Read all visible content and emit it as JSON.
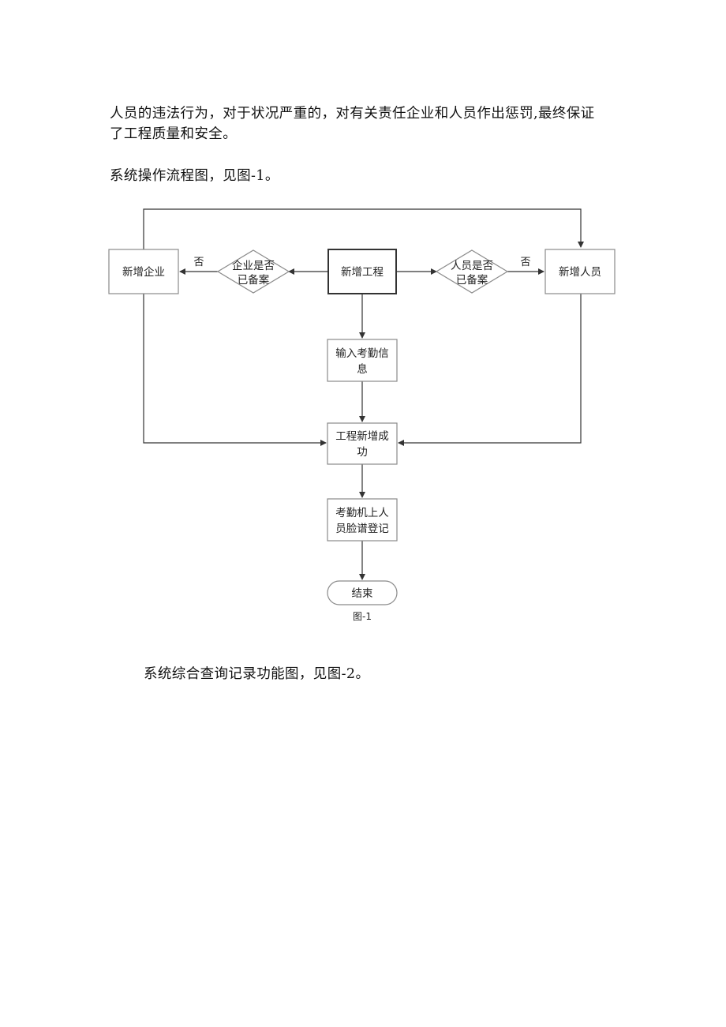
{
  "paragraphs": {
    "p1_line1": "人员的违法行为，对于状况严重的，对有关责任企业和人员作出惩罚,最终保证",
    "p1_line2": "了工程质量和安全。",
    "p2": "系统操作流程图，见图-1。",
    "p3": "系统综合查询记录功能图，见图-2。"
  },
  "flowchart": {
    "nodes": {
      "add_enterprise": "新增企业",
      "enterprise_registered_q": [
        "企业是否",
        "已备案"
      ],
      "add_project": "新增工程",
      "person_registered_q": [
        "人员是否",
        "已备案"
      ],
      "add_person": "新增人员",
      "input_attendance": [
        "输入考勤信",
        "息"
      ],
      "project_added_success": [
        "工程新增成",
        "功"
      ],
      "face_registration": [
        "考勤机上人",
        "员脸谱登记"
      ],
      "end": "结束"
    },
    "edge_labels": {
      "no_enterprise": "否",
      "no_person": "否"
    },
    "caption": "图-1"
  }
}
